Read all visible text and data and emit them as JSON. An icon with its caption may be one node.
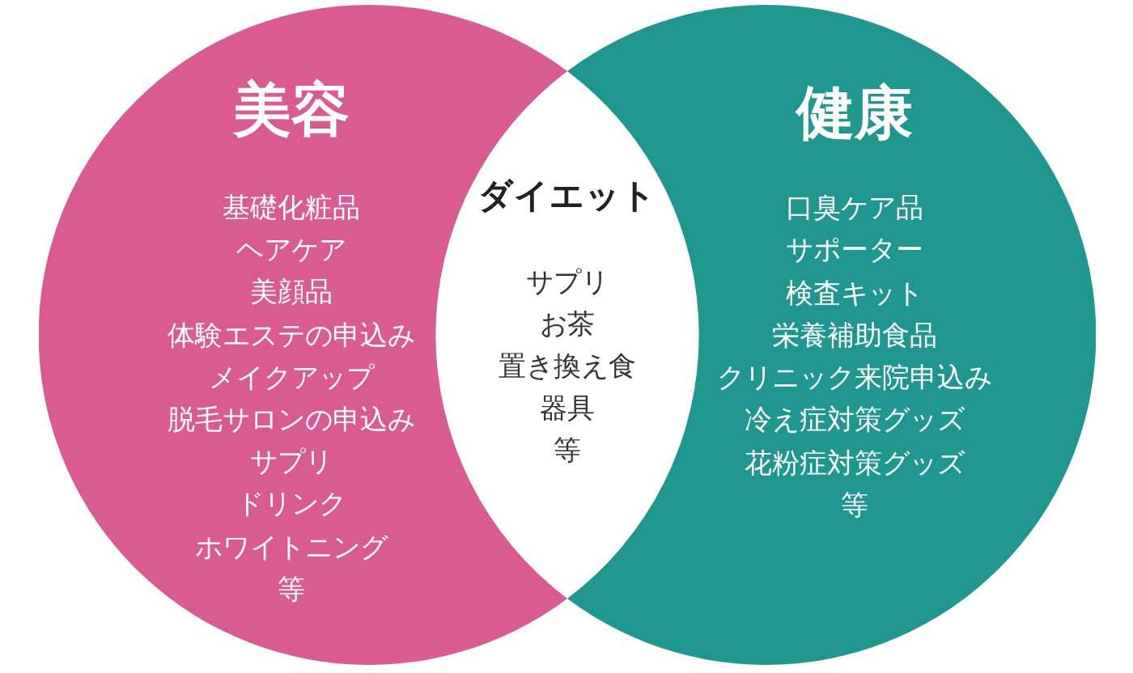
{
  "diagram": {
    "nodes": [
      {
        "text": [
          "美容",
          "基礎化粧品",
          "ヘアケア",
          "美顔品",
          "体験エステの申込み",
          "メイクアップ",
          "脱毛サロンの申込み",
          "サプリ",
          "ドリンク",
          "ホワイトニング",
          "等"
        ]
      },
      {
        "text": [
          "ダイエット",
          "サプリ",
          "お茶",
          "置き換え食",
          "器具",
          "等"
        ]
      },
      {
        "text": [
          "健康",
          "口臭ケア品",
          "サポーター",
          "検査キット",
          "栄養補助食品",
          "クリニック来院申込み",
          "冷え症対策グッズ",
          "花粉症対策グッズ",
          "等"
        ]
      }
    ]
  }
}
